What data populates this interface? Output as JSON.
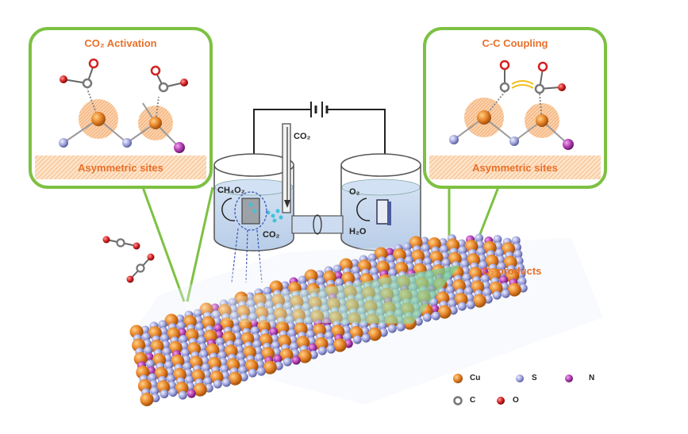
{
  "left_panel": {
    "title": "CO₂ Activation",
    "footer": "Asymmetric sites"
  },
  "right_panel": {
    "title": "C-C Coupling",
    "footer": "Asymmetric sites"
  },
  "cell": {
    "co2_inlet": "CO₂",
    "cathode_label": "CH₄O₂",
    "cathode_co2": "CO₂",
    "anode_o2": "O₂",
    "anode_h2o": "H₂O"
  },
  "products_label": "C₂ products",
  "legend": [
    {
      "symbol": "Cu",
      "color": "#e8862a"
    },
    {
      "symbol": "S",
      "color": "#9ea2dc"
    },
    {
      "symbol": "N",
      "color": "#b03cb0"
    },
    {
      "symbol": "C",
      "color": "#8a8a8a"
    },
    {
      "symbol": "O",
      "color": "#d52020"
    }
  ],
  "colors": {
    "panel_border": "#7dc142",
    "label_accent": "#e8702a",
    "cu": "#e8862a",
    "s": "#9ea2dc",
    "n": "#b03cb0",
    "c": "#8a8a8a",
    "o": "#d52020"
  }
}
